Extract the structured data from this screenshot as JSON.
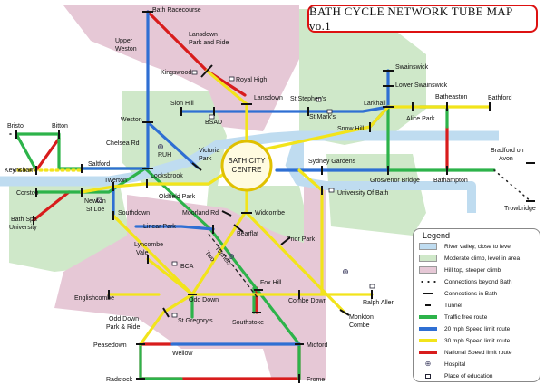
{
  "title": "BATH CYCLE NETWORK TUBE MAP vo.1",
  "centre_label": [
    "BATH CITY",
    "CENTRE"
  ],
  "colors": {
    "traffic_free": "#2db34a",
    "speed_20": "#2f6fd3",
    "speed_30": "#f2e41b",
    "national": "#d81c1c",
    "river": "#bfdcf0",
    "moderate": "#cfe8c9",
    "hill": "#e6c8d6"
  },
  "legend": {
    "title": "Legend",
    "items": [
      {
        "label": "River valley, close to level",
        "swatch": "river"
      },
      {
        "label": "Moderate climb, level in area",
        "swatch": "moderate"
      },
      {
        "label": "Hill top, steeper climb",
        "swatch": "hill"
      },
      {
        "label": "Connections beyond Bath",
        "swatch": "dots"
      },
      {
        "label": "Connections in Bath",
        "swatch": "dash"
      },
      {
        "label": "Tunnel",
        "swatch": "tunnel"
      },
      {
        "label": "Traffic free route",
        "swatch": "traffic_free"
      },
      {
        "label": "20 mph Speed limit route",
        "swatch": "speed_20"
      },
      {
        "label": "30 mph Speed limit route",
        "swatch": "speed_30"
      },
      {
        "label": "National Speed limit route",
        "swatch": "national"
      },
      {
        "label": "Hospital",
        "swatch": "hospital-icon"
      },
      {
        "label": "Place of education",
        "swatch": "education-icon"
      }
    ]
  },
  "places": {
    "bath_racecourse": "Bath Racecourse",
    "upper_weston": [
      "Upper",
      "Weston"
    ],
    "lansdown_park_ride": [
      "Lansdown",
      "Park and Ride"
    ],
    "kingswood": "Kingswood",
    "royal_high": "Royal High",
    "sion_hill": "Sion Hill",
    "lansdown": "Lansdown",
    "bsad": "BSAD",
    "st_stephens": "St Stephen's",
    "st_marks": "St Mark's",
    "larkhall": "Larkhall",
    "swainswick": "Swainswick",
    "lower_swainswick": "Lower Swainswick",
    "batheaston": "Batheaston",
    "bathford": "Bathford",
    "alice_park": "Alice Park",
    "snow_hill": "Snow Hill",
    "weston": "Weston",
    "chelsea_rd": "Chelsea Rd",
    "ruh": "RUH",
    "victoria_park": [
      "Victoria",
      "Park"
    ],
    "bristol": "Bristol",
    "bitton": "Bitton",
    "keynsham": "Keynsham",
    "saltford": "Saltford",
    "locksbrook": "Locksbrook",
    "sydney_gardens": "Sydney Gardens",
    "grosvenor_bridge": "Grosvenor Bridge",
    "bathampton": "Bathampton",
    "bradford_on_avon": [
      "Bradford on",
      "Avon"
    ],
    "trowbridge": "Trowbridge",
    "corston": "Corston",
    "twerton": "Twerton",
    "newton_st_loe": [
      "Newton",
      "St Loe"
    ],
    "bath_spa_university": [
      "Bath Spa",
      "University"
    ],
    "oldfield_park": "Oldfield Park",
    "southdown": "Southdown",
    "university_of_bath": "University Of Bath",
    "moorland_rd": "Moorland Rd",
    "linear_park": "Linear Park",
    "widcombe": "Widcombe",
    "bearflat": "Bearflat",
    "prior_park": "Prior Park",
    "lyncombe_vale": [
      "Lyncombe",
      "Vale"
    ],
    "two_tunnels": [
      "Two",
      "Tunnels"
    ],
    "bca": "BCA",
    "englishcombe": "Englishcombe",
    "odd_down": "Odd Down",
    "fox_hill": "Fox Hill",
    "combe_down": "Combe Down",
    "ralph_allen": "Ralph Allen",
    "monkton_combe": [
      "Monkton",
      "Combe"
    ],
    "odd_down_park_ride": [
      "Odd Down",
      "Park & Ride"
    ],
    "st_gregorys": "St Gregory's",
    "southstoke": "Southstoke",
    "peasedown": "Peasedown",
    "wellow": "Wellow",
    "midford": "Midford",
    "radstock": "Radstock",
    "frome": "Frome"
  }
}
